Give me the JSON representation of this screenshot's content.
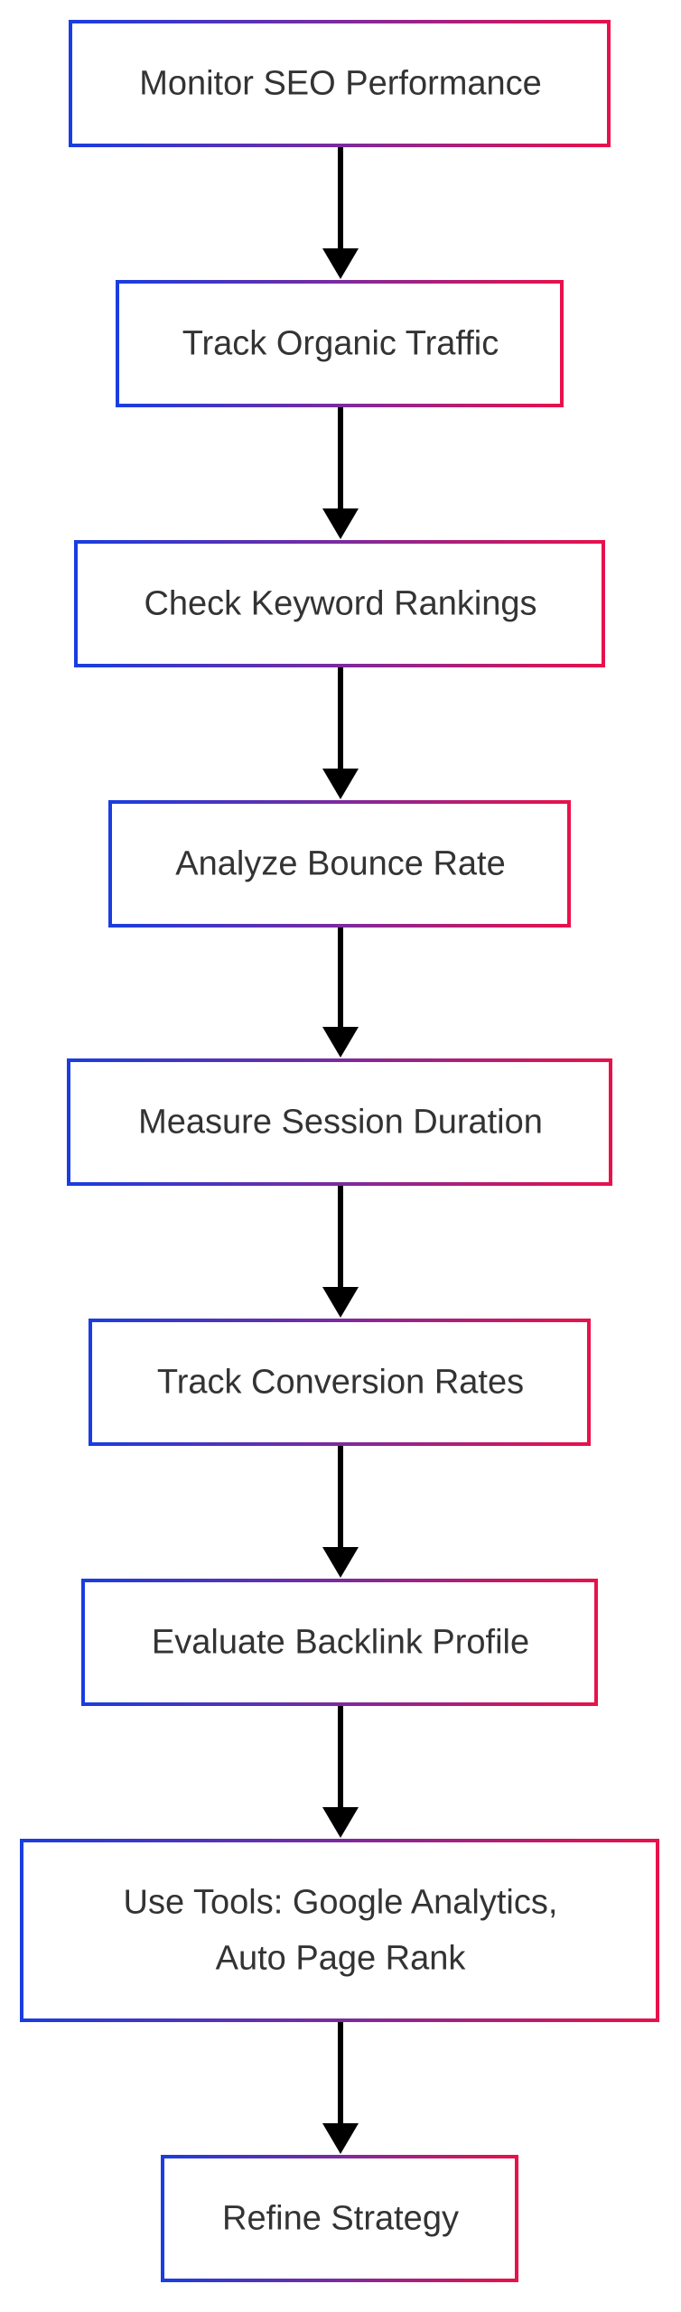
{
  "diagram": {
    "nodes": [
      {
        "lines": [
          "Monitor SEO Performance"
        ]
      },
      {
        "lines": [
          "Track Organic Traffic"
        ]
      },
      {
        "lines": [
          "Check Keyword Rankings"
        ]
      },
      {
        "lines": [
          "Analyze Bounce Rate"
        ]
      },
      {
        "lines": [
          "Measure Session Duration"
        ]
      },
      {
        "lines": [
          "Track Conversion Rates"
        ]
      },
      {
        "lines": [
          "Evaluate Backlink Profile"
        ]
      },
      {
        "lines": [
          "Use Tools: Google Analytics,",
          "Auto Page Rank"
        ]
      },
      {
        "lines": [
          "Refine Strategy"
        ]
      }
    ],
    "colors": {
      "border_start": "#1a3de0",
      "border_mid": "#7b2b9e",
      "border_end": "#e8114b",
      "arrow": "#000000",
      "text": "#333333",
      "fill": "#ffffff"
    }
  }
}
